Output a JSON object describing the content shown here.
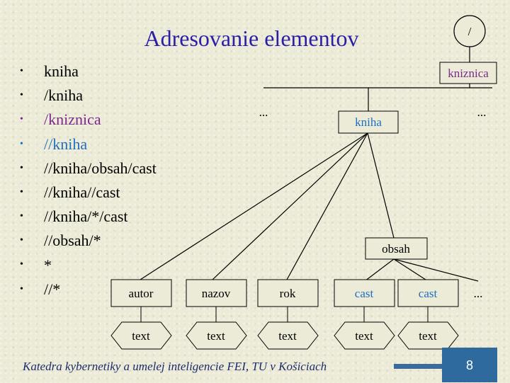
{
  "slide": {
    "title": "Adresovanie elementov",
    "footer": "Katedra kybernetiky a umelej inteligencie FEI, TU v Košiciach",
    "page_number": "8"
  },
  "bullets": [
    {
      "text": "kniha",
      "color": "#000000"
    },
    {
      "text": "/kniha",
      "color": "#000000"
    },
    {
      "text": "/kniznica",
      "color": "#7a2a8c"
    },
    {
      "text": "//kniha",
      "color": "#1f6fc0"
    },
    {
      "text": "//kniha/obsah/cast",
      "color": "#000000"
    },
    {
      "text": "//kniha//cast",
      "color": "#000000"
    },
    {
      "text": "//kniha/*/cast",
      "color": "#000000"
    },
    {
      "text": "//obsah/*",
      "color": "#000000"
    },
    {
      "text": "*",
      "color": "#000000"
    },
    {
      "text": "//*",
      "color": "#000000"
    }
  ],
  "bullet_glyph": "•",
  "tree": {
    "root": "/",
    "kniznica": "kniznica",
    "ellipsis": "...",
    "kniha": "kniha",
    "obsah": "obsah",
    "children": [
      "autor",
      "nazov",
      "rok",
      "cast",
      "cast"
    ],
    "texts": [
      "text",
      "text",
      "text",
      "text",
      "text"
    ],
    "colors": {
      "kniznica": "#7a2a8c",
      "kniha": "#1f6fc0",
      "cast": "#1f6fc0",
      "default": "#000000"
    }
  }
}
